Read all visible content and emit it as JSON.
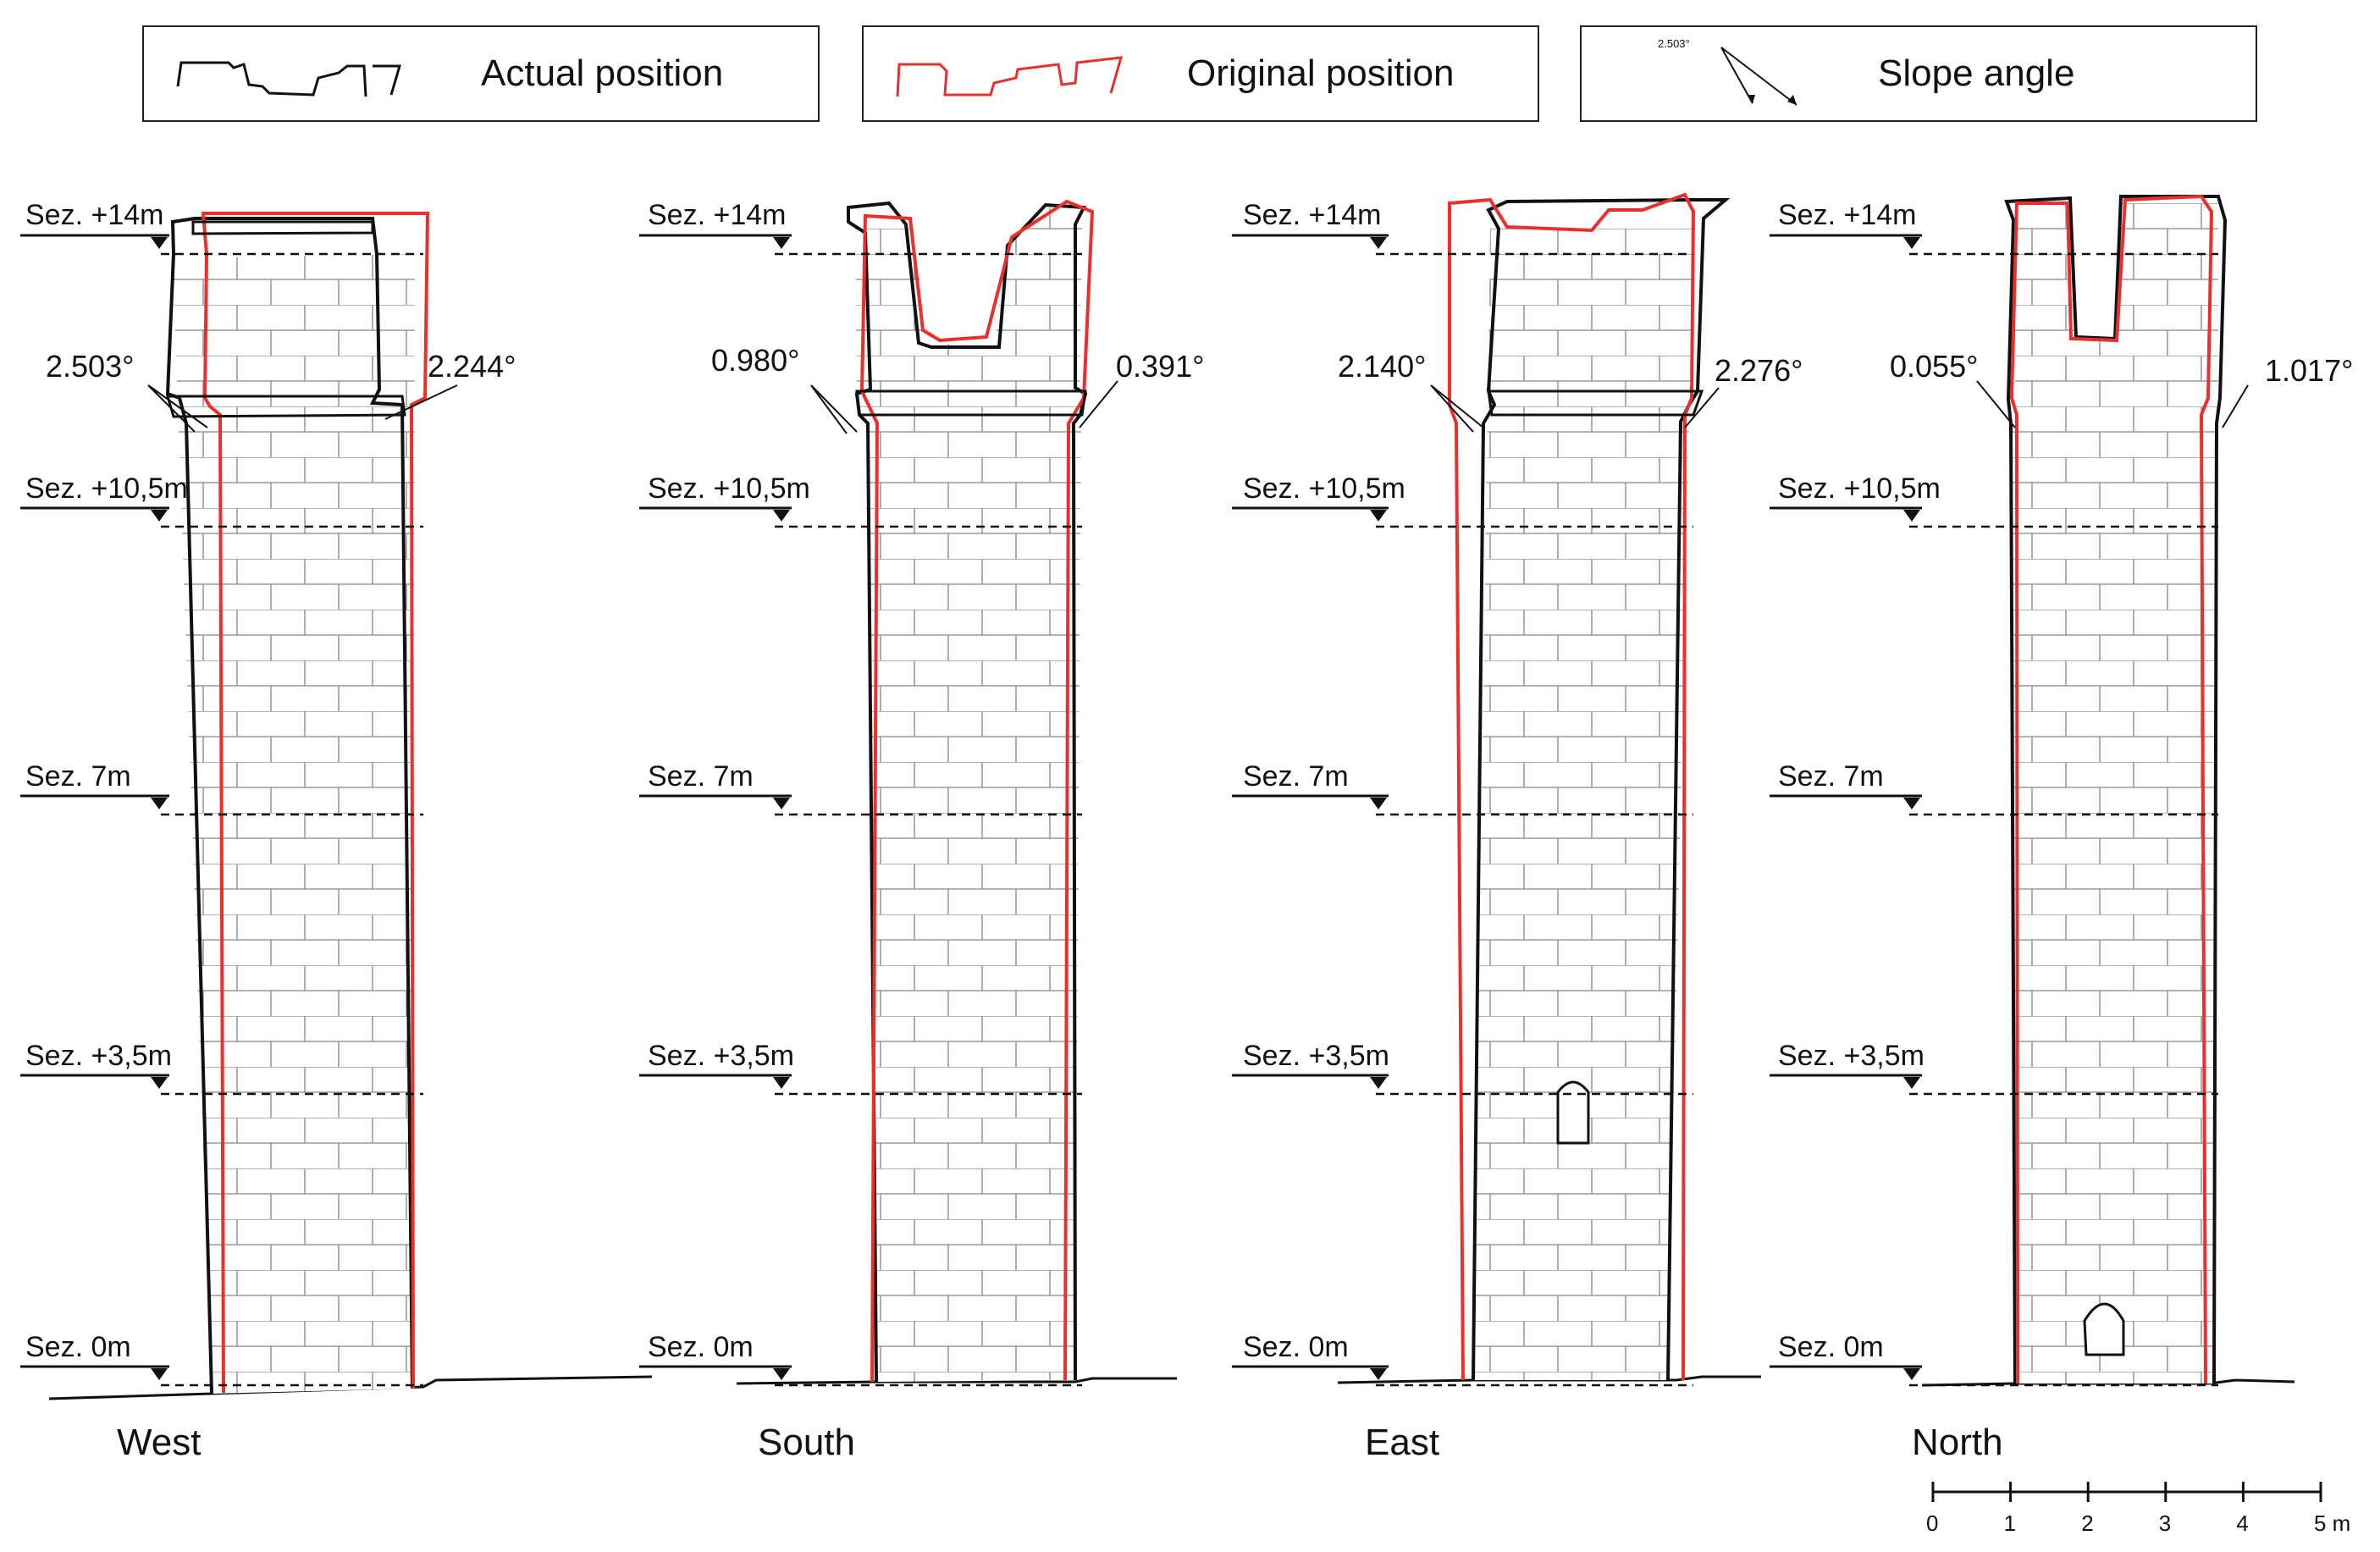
{
  "legend": {
    "actual_label": "Actual position",
    "original_label": "Original position",
    "slope_label": "Slope angle",
    "slope_sample_value": "2.503°"
  },
  "colors": {
    "actual": "#111111",
    "original": "#e8312d",
    "masonry": "#8a8a8a"
  },
  "section_levels": [
    "Sez. +14m",
    "Sez. +10,5m",
    "Sez. 7m",
    "Sez. +3,5m",
    "Sez. 0m"
  ],
  "elevations": [
    {
      "name": "West",
      "slope_left": "2.503°",
      "slope_right": "2.244°"
    },
    {
      "name": "South",
      "slope_left": "0.980°",
      "slope_right": "0.391°"
    },
    {
      "name": "East",
      "slope_left": "2.140°",
      "slope_right": "2.276°"
    },
    {
      "name": "North",
      "slope_left": "0.055°",
      "slope_right": "1.017°"
    }
  ],
  "scale_bar": {
    "ticks": [
      "0",
      "1",
      "2",
      "3",
      "4",
      "5 m"
    ]
  }
}
